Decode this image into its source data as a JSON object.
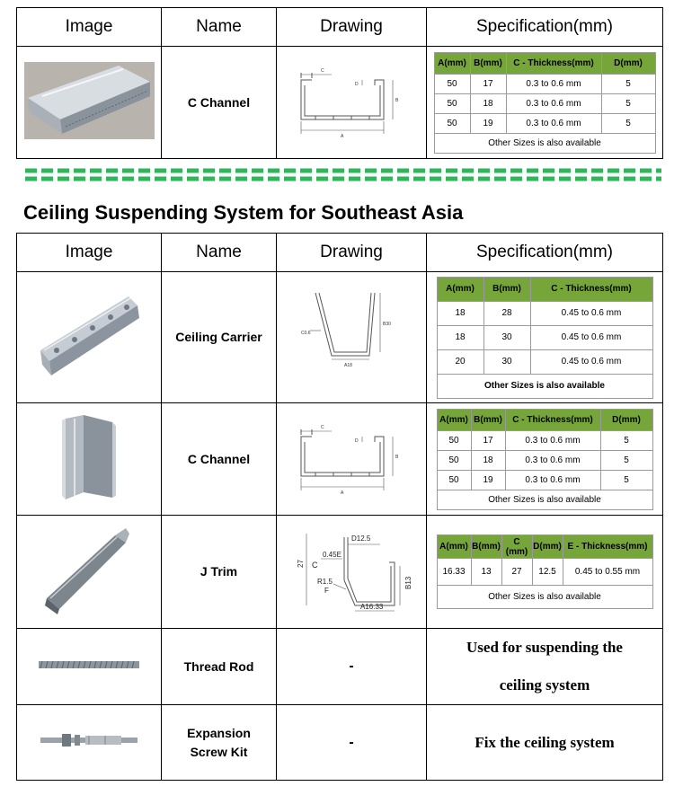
{
  "headers": {
    "image": "Image",
    "name": "Name",
    "drawing": "Drawing",
    "spec": "Specification(mm)"
  },
  "section_title": "Ceiling Suspending System for Southeast Asia",
  "colors": {
    "spec_header_green": "#76a63a",
    "divider_green": "#2fb55a"
  },
  "top": {
    "name": "C Channel",
    "spec": {
      "columns": [
        "A(mm)",
        "B(mm)",
        "C - Thickness(mm)",
        "D(mm)"
      ],
      "rows": [
        [
          "50",
          "17",
          "0.3 to 0.6 mm",
          "5"
        ],
        [
          "50",
          "18",
          "0.3 to 0.6 mm",
          "5"
        ],
        [
          "50",
          "19",
          "0.3 to 0.6 mm",
          "5"
        ]
      ],
      "note": "Other Sizes is also available"
    },
    "drawing_labels": {
      "a": "A",
      "b": "B",
      "c": "C",
      "d": "D"
    }
  },
  "products": [
    {
      "name": "Ceiling Carrier",
      "spec": {
        "columns": [
          "A(mm)",
          "B(mm)",
          "C - Thickness(mm)"
        ],
        "rows": [
          [
            "18",
            "28",
            "0.45 to 0.6 mm"
          ],
          [
            "18",
            "30",
            "0.45 to 0.6 mm"
          ],
          [
            "20",
            "30",
            "0.45 to 0.6 mm"
          ]
        ],
        "note": "Other Sizes is also available"
      },
      "drawing_labels": {
        "c": "C0.6",
        "b": "B30",
        "a": "A18"
      }
    },
    {
      "name": "C Channel",
      "spec": {
        "columns": [
          "A(mm)",
          "B(mm)",
          "C - Thickness(mm)",
          "D(mm)"
        ],
        "rows": [
          [
            "50",
            "17",
            "0.3 to 0.6 mm",
            "5"
          ],
          [
            "50",
            "18",
            "0.3 to 0.6 mm",
            "5"
          ],
          [
            "50",
            "19",
            "0.3 to 0.6 mm",
            "5"
          ]
        ],
        "note": "Other Sizes is also available"
      },
      "drawing_labels": {
        "a": "A",
        "b": "B",
        "c": "C",
        "d": "D"
      }
    },
    {
      "name": "J Trim",
      "spec": {
        "columns": [
          "A(mm)",
          "B(mm)",
          "C (mm)",
          "D(mm)",
          "E - Thickness(mm)"
        ],
        "rows": [
          [
            "16.33",
            "13",
            "27",
            "12.5",
            "0.45 to 0.55 mm"
          ]
        ],
        "note": "Other Sizes is also available"
      },
      "drawing_labels": {
        "d": "D12.5",
        "c27": "27",
        "c": "C",
        "e": "0.45E",
        "r": "R1.5",
        "f": "F",
        "b": "B13",
        "a": "A16.33"
      }
    },
    {
      "name": "Thread Rod",
      "drawing": "-",
      "desc_line1": "Used for suspending the",
      "desc_line2": "ceiling system"
    },
    {
      "name_line1": "Expansion",
      "name_line2": "Screw Kit",
      "drawing": "-",
      "desc": "Fix the ceiling system"
    }
  ]
}
